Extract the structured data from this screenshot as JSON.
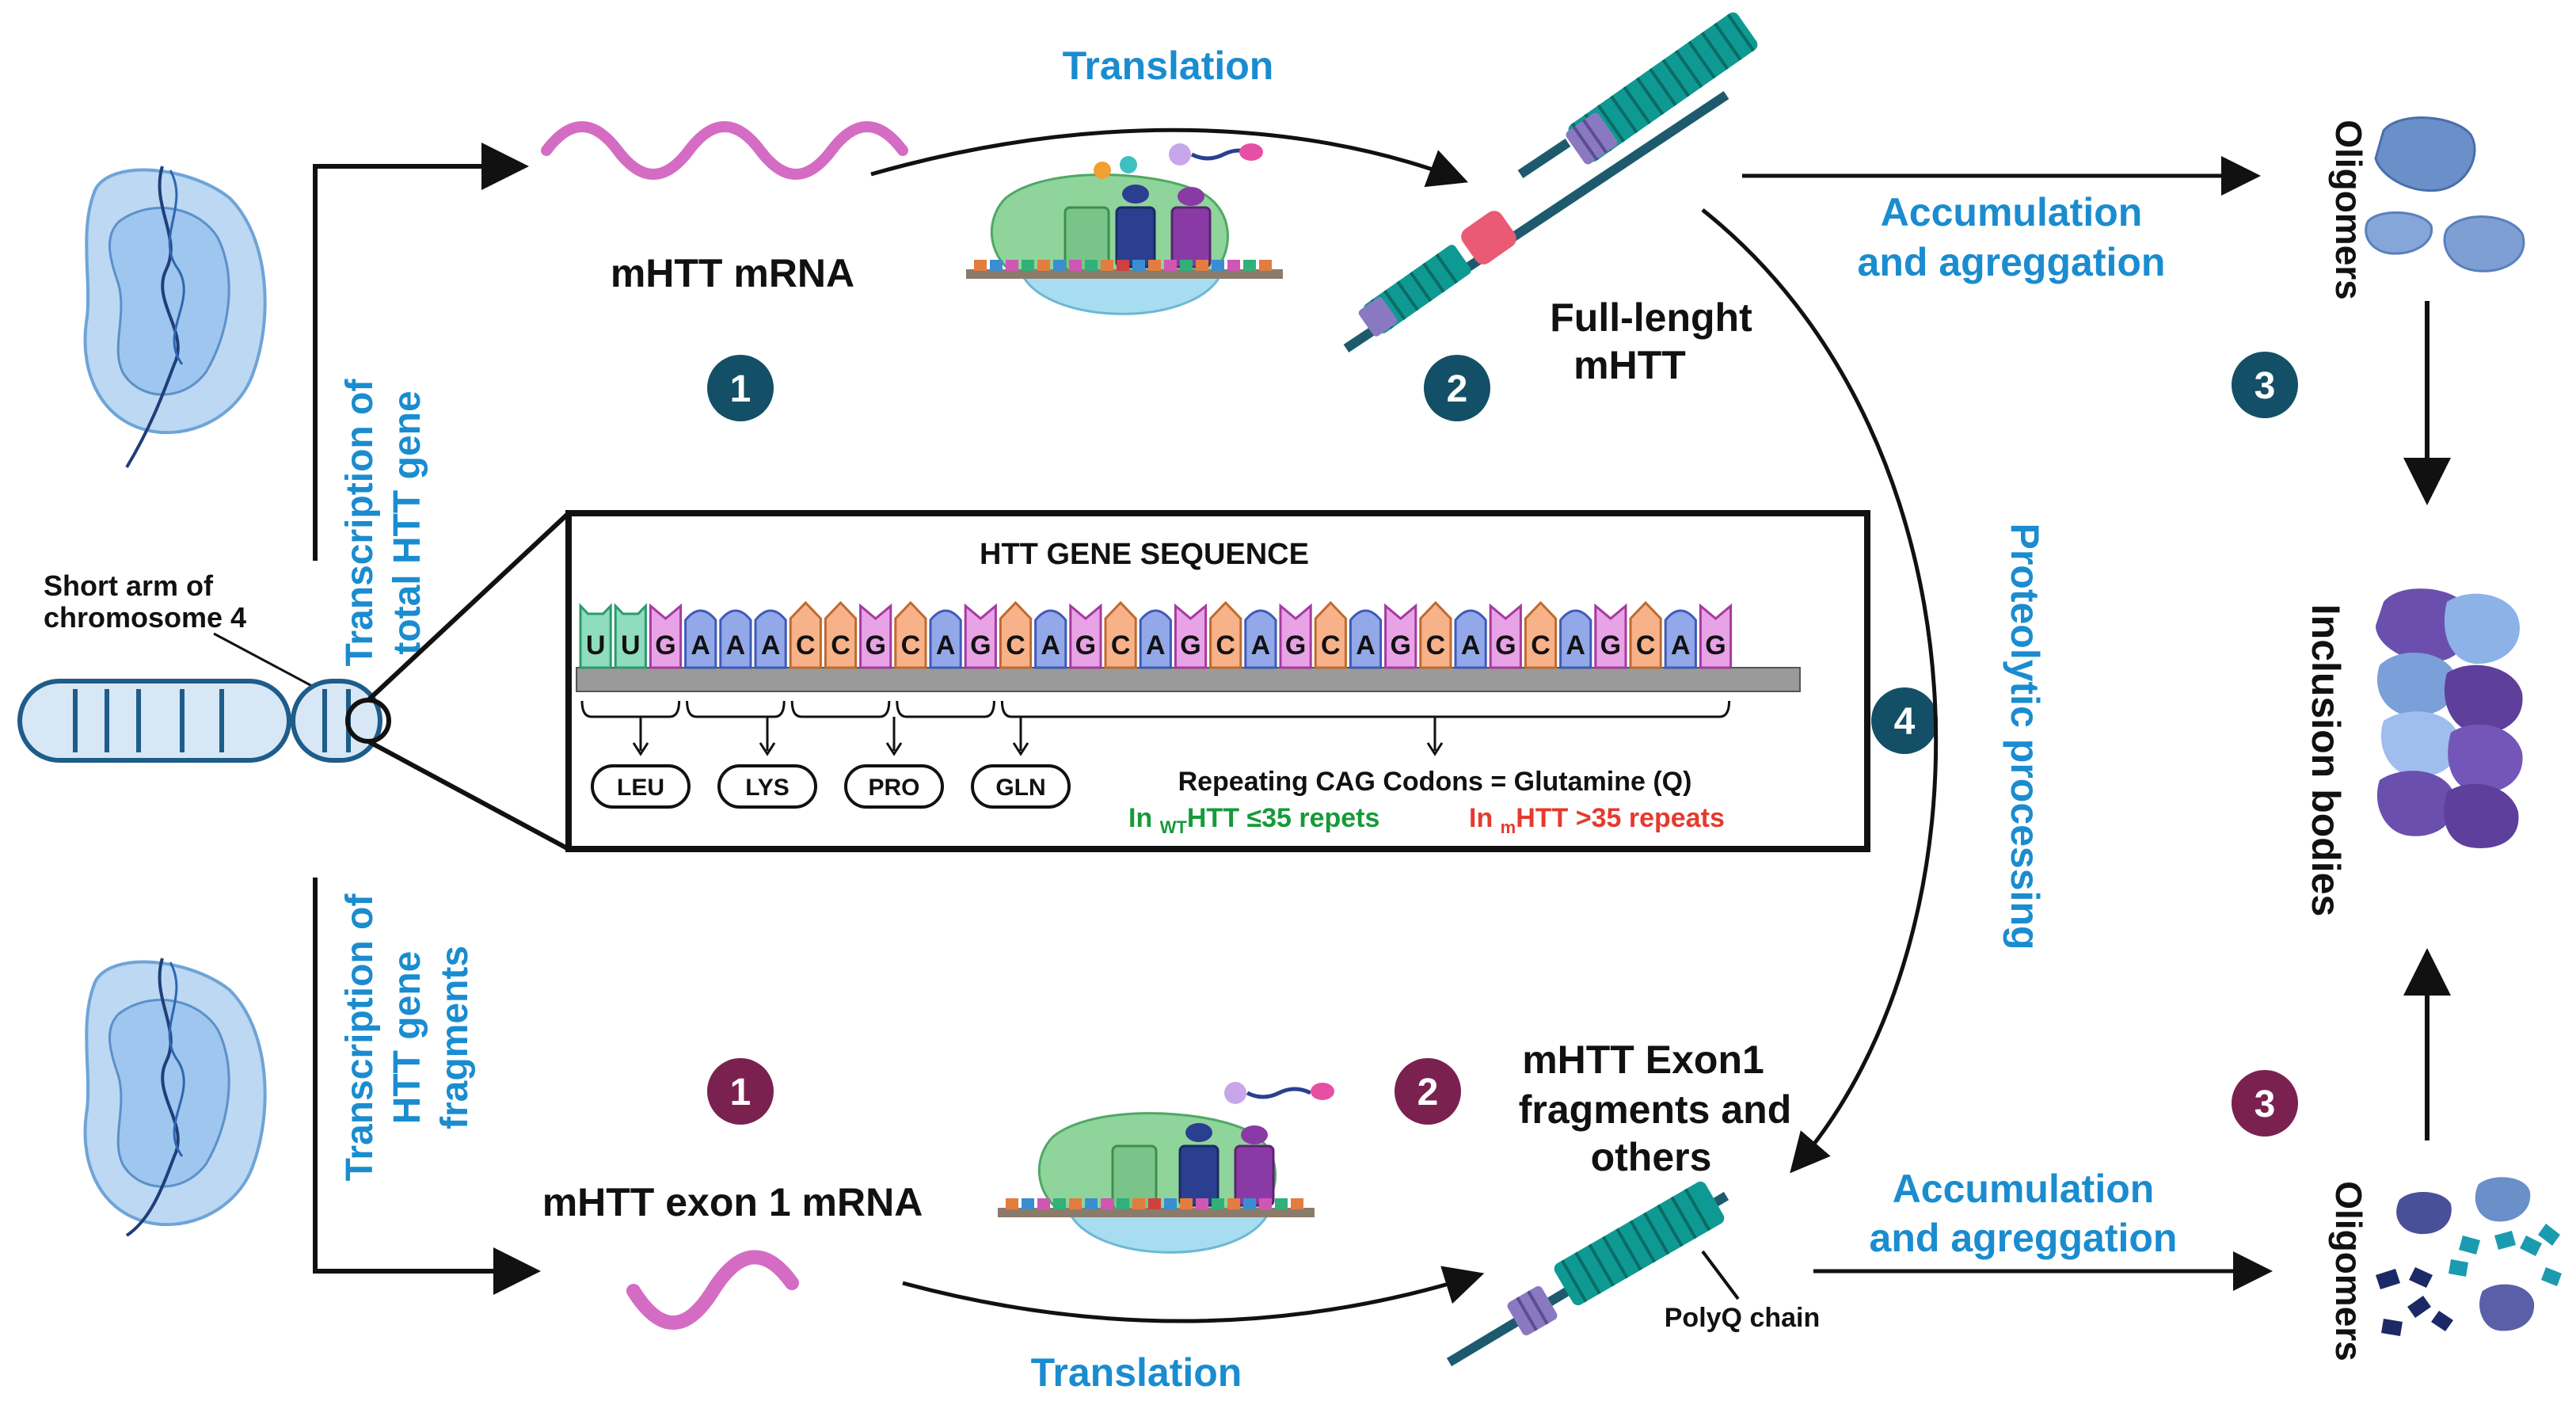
{
  "colors": {
    "blue_text": "#1a8ccf",
    "dark_text": "#111111",
    "teal": "#0e9a92",
    "navy_badge": "#134f66",
    "maroon_badge": "#7a2150",
    "green_note": "#169a3a",
    "red_note": "#e53a2f",
    "mrna_pink": "#d56cc4"
  },
  "labels": {
    "translation_top": "Translation",
    "translation_bottom": "Translation",
    "transcription_top_line1": "Transcription of",
    "transcription_top_line2": "total HTT gene",
    "transcription_bottom_line1": "Transcription of",
    "transcription_bottom_line2": "HTT gene",
    "transcription_bottom_line3": "fragments",
    "mrna_top": "mHTT mRNA",
    "mrna_bottom": "mHTT exon 1 mRNA",
    "full_length_line1": "Full-lenght",
    "full_length_line2": "mHTT",
    "accum_top_line1": "Accumulation",
    "accum_top_line2": "and agreggation",
    "accum_bottom_line1": "Accumulation",
    "accum_bottom_line2": "and agreggation",
    "oligomers_top": "Oligomers",
    "oligomers_bottom": "Oligomers",
    "inclusion_bodies": "Inclusion bodies",
    "proteolytic": "Proteolytic processing",
    "chromosome_line1": "Short arm of",
    "chromosome_line2": "chromosome 4",
    "exon1_line1": "mHTT Exon1",
    "exon1_line2": "fragments and",
    "exon1_line3": "others",
    "polyq": "PolyQ chain"
  },
  "badges": {
    "top_1": "1",
    "top_2": "2",
    "top_3": "3",
    "top_4": "4",
    "bottom_1": "1",
    "bottom_2": "2",
    "bottom_3": "3"
  },
  "gene_box": {
    "title": "HTT GENE SEQUENCE",
    "codons": [
      {
        "letters": [
          "U",
          "U",
          "G"
        ],
        "amino": "LEU"
      },
      {
        "letters": [
          "A",
          "A",
          "A"
        ],
        "amino": "LYS"
      },
      {
        "letters": [
          "C",
          "C",
          "G"
        ],
        "amino": "PRO"
      },
      {
        "letters": [
          "C",
          "A",
          "G"
        ],
        "amino": "GLN"
      }
    ],
    "repeat_letters": [
      "C",
      "A",
      "G",
      "C",
      "A",
      "G",
      "C",
      "A",
      "G",
      "C",
      "A",
      "G",
      "C",
      "A",
      "G",
      "C",
      "A",
      "G",
      "C",
      "A",
      "G"
    ],
    "repeat_label": "Repeating CAG Codons = Glutamine (Q)",
    "wt_note": {
      "prefix": "In ",
      "sub": "WT",
      "suffix": "HTT ≤35 repets"
    },
    "m_note": {
      "prefix": "In ",
      "sub": "m",
      "suffix": "HTT >35 repeats"
    }
  }
}
